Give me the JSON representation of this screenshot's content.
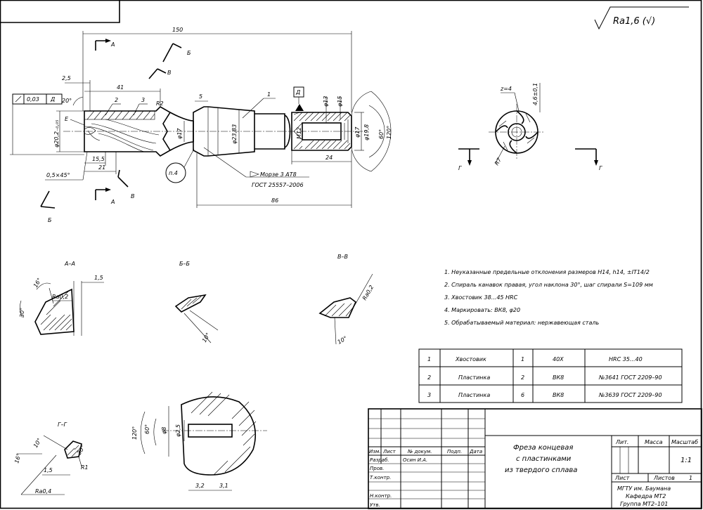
{
  "top_symbol": {
    "text": "Ra1,6 (√)"
  },
  "dims": {
    "d150": "150",
    "d41": "41",
    "d25": "2,5",
    "d20": "20°",
    "d5": "5",
    "dR2": "R2",
    "dphi202": "φ20,2₋₀,₀₅",
    "dphi17": "φ17",
    "dphi2383": "φ23,83",
    "dM12": "M12",
    "dphi13": "φ13",
    "dphi15": "φ15",
    "dphi17b": "φ17",
    "dphi198": "φ19,8",
    "d60": "60°",
    "d120": "120°",
    "d155": "15,5",
    "d21": "21",
    "d05x45": "0,5×45°",
    "d24": "24",
    "d86": "86",
    "morse": "Морзе 3 АТ8",
    "gost_morse": "ГОСТ 25557–2006",
    "pos1": "1",
    "pos2": "2",
    "pos3": "3",
    "tol_val": "0,03",
    "tol_base": "Д",
    "base_D": "Д",
    "base_E": "Е",
    "callout_n4": "п.4",
    "z4": "z=4",
    "d46": "4,6±0,1",
    "R7": "R7"
  },
  "cuts": {
    "A": "А",
    "B": "Б",
    "V": "В",
    "G": "Г"
  },
  "sections": {
    "aa": {
      "title": "А–А",
      "d15": "1,5",
      "d16": "16°",
      "d30": "30°",
      "ra": "Ra0,2"
    },
    "bb": {
      "title": "Б–Б",
      "d10": "10°"
    },
    "vv": {
      "title": "В–В",
      "ra": "Ra0,2",
      "d10": "10°"
    },
    "gg": {
      "title": "Г–Г",
      "d10": "10°",
      "d16": "16°",
      "d30": "30°",
      "d15": "1,5",
      "R1": "R1",
      "ra": "Ra0,4"
    },
    "detail": {
      "d120": "120°",
      "d60": "60°",
      "dphi8": "φ8",
      "dphi25": "φ2,5",
      "d32": "3,2",
      "d31": "3,1"
    }
  },
  "notes": [
    "1. Неуказанные предельные отклонения размеров H14, h14, ±IT14/2",
    "2. Спираль канавок правая, угол наклона 30°, шаг спирали S=109 мм",
    "3. Хвостовик 38...45 HRC",
    "4. Маркировать: ВК8, φ20",
    "5. Обрабатываемый материал: нержавеющая сталь"
  ],
  "parts_table": [
    {
      "pos": "1",
      "name": "Хвостовик",
      "qty": "1",
      "material": "40Х",
      "note": "HRC 35...40"
    },
    {
      "pos": "2",
      "name": "Пластинка",
      "qty": "2",
      "material": "ВК8",
      "note": "№3641 ГОСТ 2209–90"
    },
    {
      "pos": "3",
      "name": "Пластинка",
      "qty": "6",
      "material": "ВК8",
      "note": "№3639 ГОСТ 2209–90"
    }
  ],
  "title_block": {
    "name_line1": "Фреза концевая",
    "name_line2": "с пластинками",
    "name_line3": "из твердого сплава",
    "hdr_izm": "Изм.",
    "hdr_list": "Лист",
    "hdr_doc": "№ докум.",
    "hdr_podp": "Подп.",
    "hdr_data": "Дата",
    "razrab": "Разраб.",
    "razrab_name": "Осин И.А.",
    "prov": "Пров.",
    "tkontr": "Т.контр.",
    "nkontr": "Н.контр.",
    "utv": "Утв.",
    "lit": "Лит.",
    "massa": "Масса",
    "masshtab": "Масштаб",
    "scale": "1:1",
    "list_lbl": "Лист",
    "listov_lbl": "Листов",
    "listov_val": "1",
    "org1": "МГТУ им. Баумана",
    "org2": "Кафедра МТ2",
    "org3": "Группа МТ2–101"
  }
}
